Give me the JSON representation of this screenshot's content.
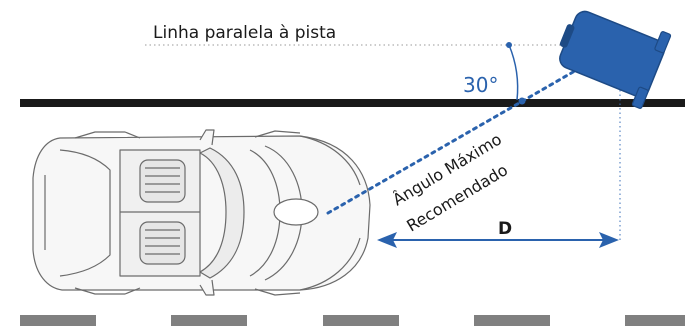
{
  "labels": {
    "parallel_line": "Linha paralela à pista",
    "angle": "30°",
    "max_angle_line1": "Ângulo Máximo",
    "max_angle_line2": "Recomendado",
    "distance": "D"
  },
  "colors": {
    "blue": "#2a62ad",
    "dark_blue": "#1d4a85",
    "road": "#1a1a1a",
    "dash": "#808080",
    "car_stroke": "#6b6b6b",
    "car_fill": "#f7f7f7",
    "guide": "#9a9a9a"
  },
  "icons": {
    "car": "car-top-view-icon",
    "projector": "projector-icon"
  }
}
